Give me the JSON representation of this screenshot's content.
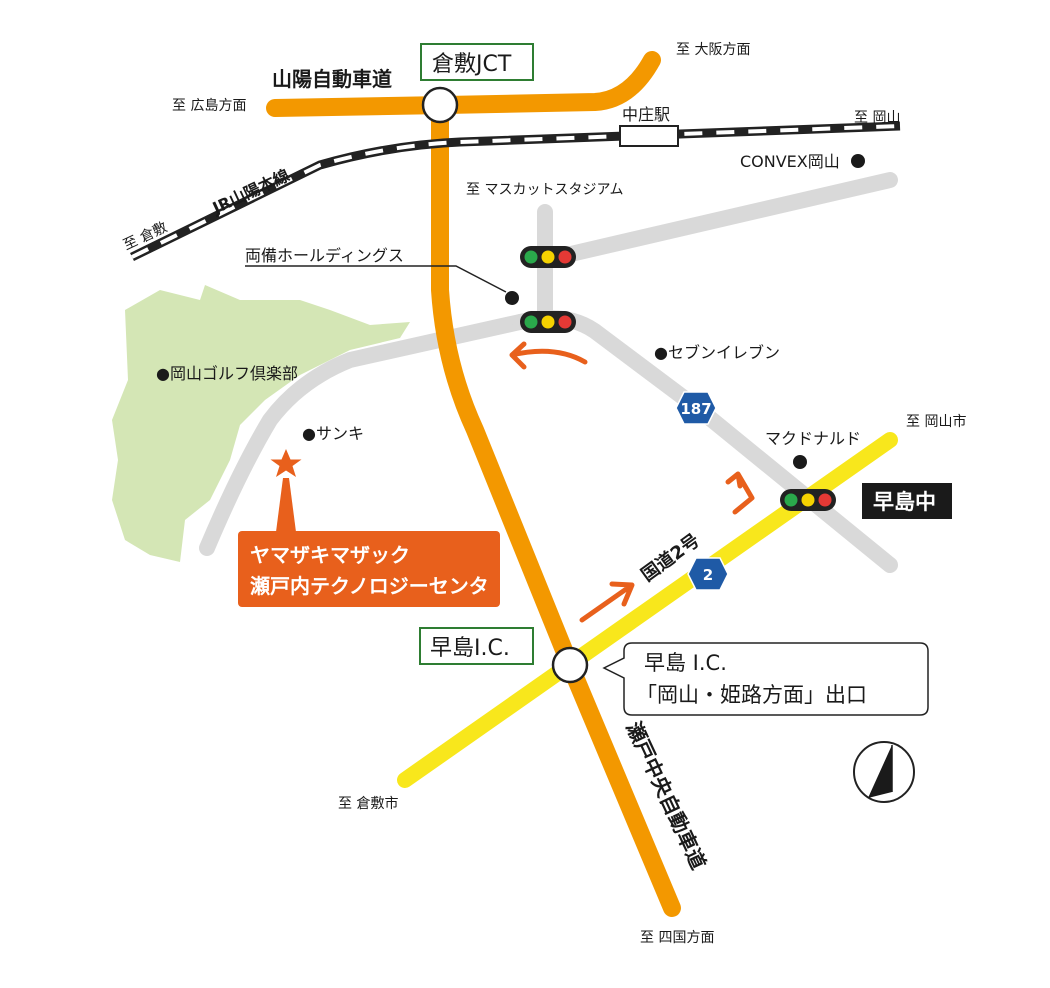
{
  "title": "",
  "destinations": {
    "hiroshima": "至 広島方面",
    "osaka": "至 大阪方面",
    "okayama": "至 岡山",
    "kurashiki": "至 倉敷",
    "muscat": "至 マスカットスタジアム",
    "okayama_city": "至 岡山市",
    "kurashiki_city": "至 倉敷市",
    "shikoku": "至 四国方面"
  },
  "roads": {
    "sanyo_expressway": "山陽自動車道",
    "jr_sanyo_line": "JR山陽本線",
    "seto_chuo_expressway": "瀬戸中央自動車道",
    "route2": "国道2号",
    "route2_shield": "2",
    "route187_shield": "187"
  },
  "interchanges": {
    "kurashiki_jct": "倉敷JCT",
    "hayashima_ic": "早島I.C."
  },
  "stations": {
    "nakasho": "中庄駅"
  },
  "landmarks": {
    "convex": "CONVEX岡山",
    "ryobi": "両備ホールディングス",
    "golf": "●岡山ゴルフ倶楽部",
    "sanki": "●サンキ",
    "seven": "●セブンイレブン",
    "mcdonalds": "マクドナルド"
  },
  "intersection": "早島中",
  "destination_label": {
    "line1": "ヤマザキマザック",
    "line2": "瀬戸内テクノロジーセンタ"
  },
  "exit_note": {
    "line1": "早島 I.C.",
    "line2": "「岡山・姫路方面」出口"
  },
  "colors": {
    "expressway": "#f39800",
    "route2": "#f8e71c",
    "local_road": "#d9d9d9",
    "green_area": "#d4e6b5",
    "accent": "#e8601c",
    "ic_border": "#2e7d32",
    "shield_blue": "#1f5aa6"
  }
}
